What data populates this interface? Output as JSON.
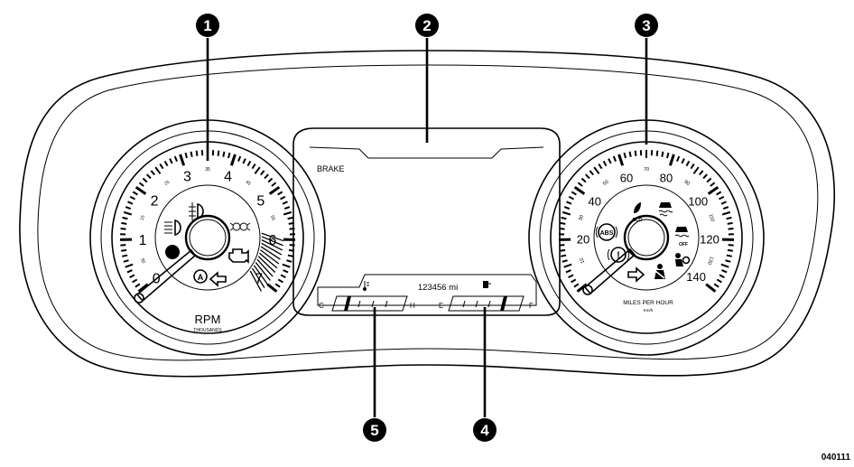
{
  "figure_id": "040111",
  "callouts": [
    "1",
    "2",
    "3",
    "4",
    "5"
  ],
  "tachometer": {
    "major_labels": [
      "0",
      "1",
      "2",
      "3",
      "4",
      "5",
      "6",
      "7"
    ],
    "minor_labels": [
      "05",
      "15",
      "25",
      "35",
      "45",
      "55"
    ],
    "unit": "RPM",
    "sublabel": "THOUSANDS"
  },
  "speedometer": {
    "major_labels": [
      "20",
      "40",
      "60",
      "80",
      "100",
      "120",
      "140"
    ],
    "minor_labels": [
      "10",
      "30",
      "50",
      "70",
      "90",
      "110",
      "130"
    ],
    "unit": "MILES PER HOUR",
    "sublabel": "Km/h",
    "icons": [
      "abs-icon",
      "brake-warning-icon",
      "eco-icon",
      "traction-control-icon",
      "traction-off-icon",
      "seatbelt-icon",
      "airbag-icon",
      "turn-signal-right-icon"
    ],
    "icon_texts": {
      "abs": "ABS",
      "eco": "ECO",
      "off": "OFF"
    }
  },
  "display": {
    "brake_label": "BRAKE",
    "odometer": "123456 mi",
    "temp_low": "C",
    "temp_high": "H",
    "fuel_empty": "E",
    "fuel_full": "F"
  }
}
